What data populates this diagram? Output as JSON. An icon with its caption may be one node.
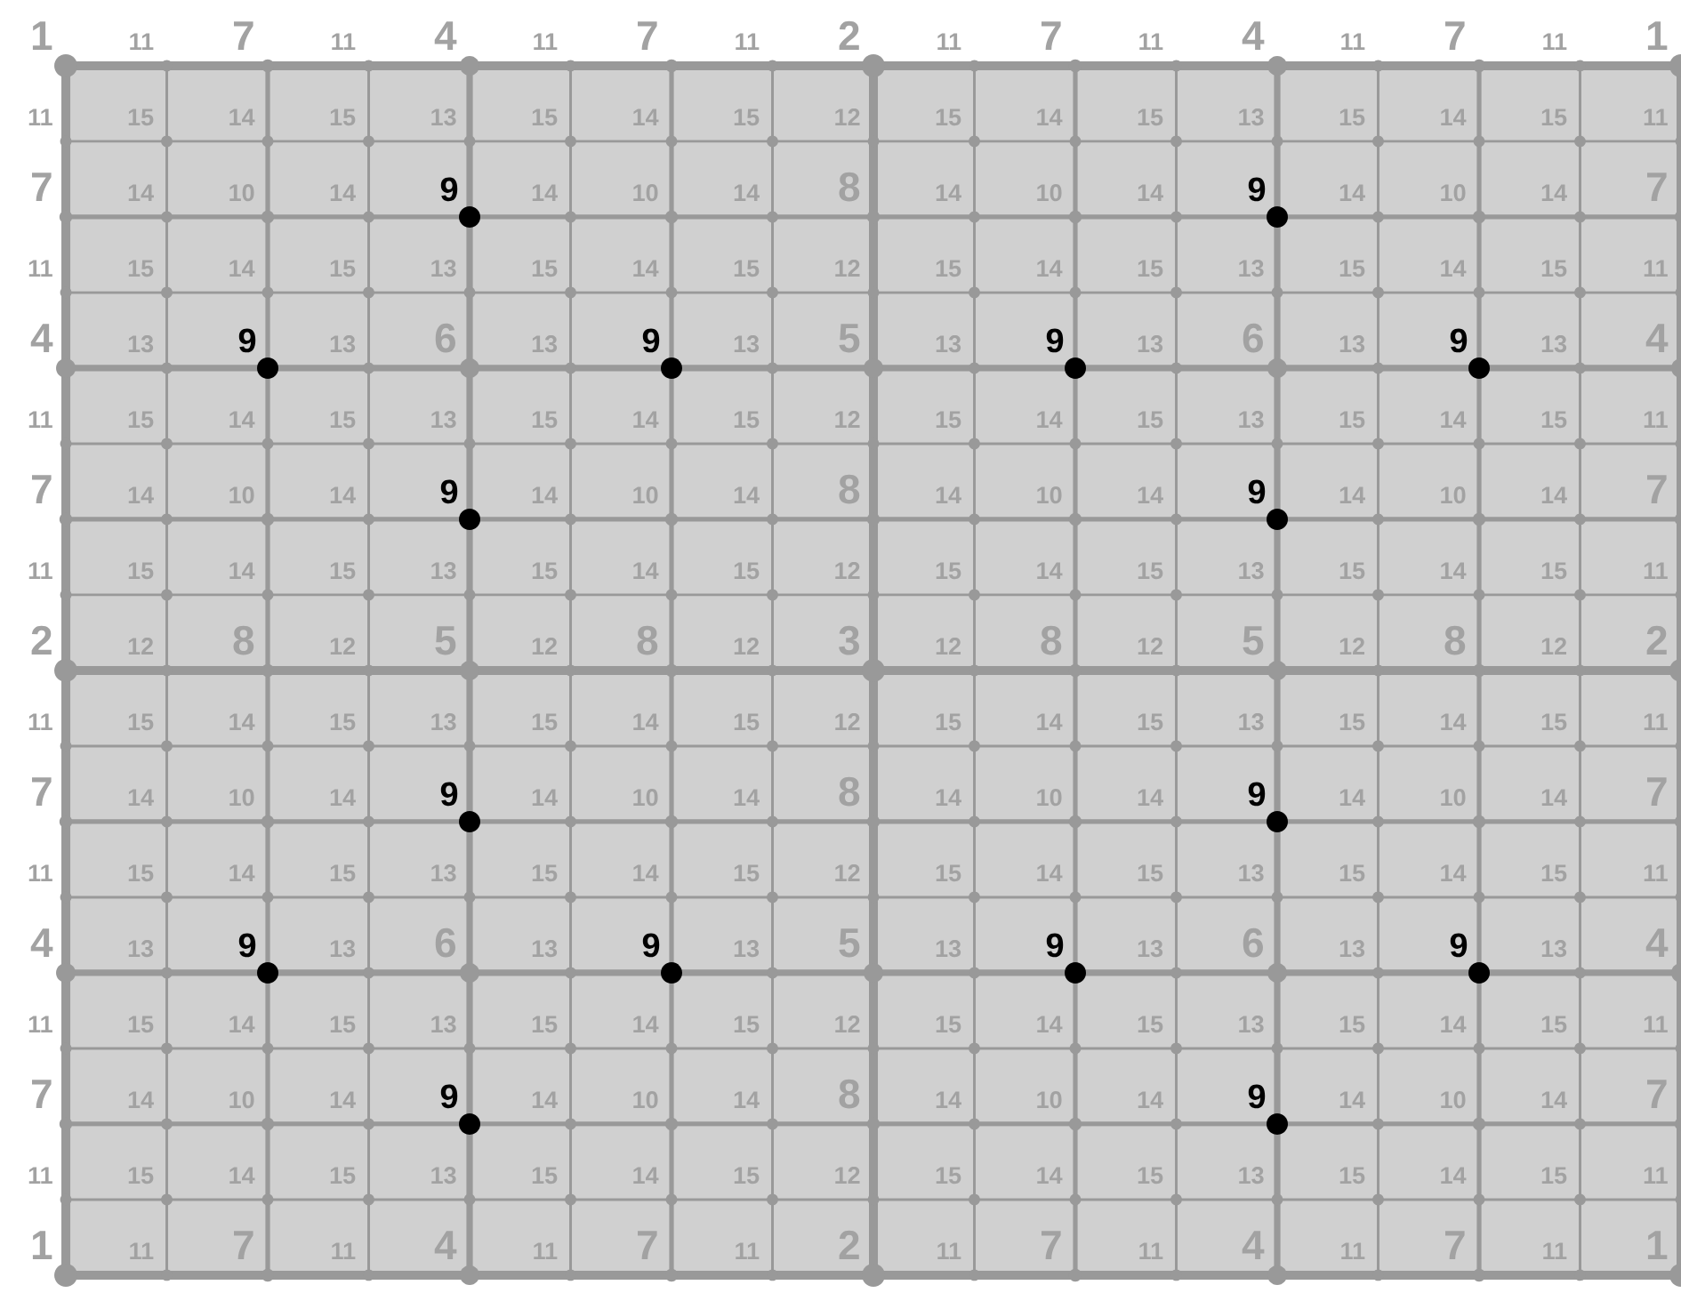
{
  "diagram": {
    "labels": [
      "1",
      "11",
      "7",
      "11",
      "4",
      "11",
      "7",
      "11",
      "2",
      "11",
      "7",
      "11",
      "4",
      "11",
      "7",
      "11",
      "1",
      "11",
      "15",
      "14",
      "15",
      "13",
      "15",
      "14",
      "15",
      "12",
      "15",
      "14",
      "15",
      "13",
      "15",
      "14",
      "15",
      "11",
      "7",
      "14",
      "10",
      "14",
      "9",
      "14",
      "10",
      "14",
      "8",
      "14",
      "10",
      "14",
      "9",
      "14",
      "10",
      "14",
      "7",
      "11",
      "15",
      "14",
      "15",
      "13",
      "15",
      "14",
      "15",
      "12",
      "15",
      "14",
      "15",
      "13",
      "15",
      "14",
      "15",
      "11",
      "4",
      "13",
      "9",
      "13",
      "6",
      "13",
      "9",
      "13",
      "5",
      "13",
      "9",
      "13",
      "6",
      "13",
      "9",
      "13",
      "4",
      "11",
      "15",
      "14",
      "15",
      "13",
      "15",
      "14",
      "15",
      "12",
      "15",
      "14",
      "15",
      "13",
      "15",
      "14",
      "15",
      "11",
      "7",
      "14",
      "10",
      "14",
      "9",
      "14",
      "10",
      "14",
      "8",
      "14",
      "10",
      "14",
      "9",
      "14",
      "10",
      "14",
      "7",
      "11",
      "15",
      "14",
      "15",
      "13",
      "15",
      "14",
      "15",
      "12",
      "15",
      "14",
      "15",
      "13",
      "15",
      "14",
      "15",
      "11",
      "2",
      "12",
      "8",
      "12",
      "5",
      "12",
      "8",
      "12",
      "3",
      "12",
      "8",
      "12",
      "5",
      "12",
      "8",
      "12",
      "2",
      "11",
      "15",
      "14",
      "15",
      "13",
      "15",
      "14",
      "15",
      "12",
      "15",
      "14",
      "15",
      "13",
      "15",
      "14",
      "15",
      "11",
      "7",
      "14",
      "10",
      "14",
      "9",
      "14",
      "10",
      "14",
      "8",
      "14",
      "10",
      "14",
      "9",
      "14",
      "10",
      "14",
      "7",
      "11",
      "15",
      "14",
      "15",
      "13",
      "15",
      "14",
      "15",
      "12",
      "15",
      "14",
      "15",
      "13",
      "15",
      "14",
      "15",
      "11",
      "4",
      "13",
      "9",
      "13",
      "6",
      "13",
      "9",
      "13",
      "5",
      "13",
      "9",
      "13",
      "6",
      "13",
      "9",
      "13",
      "4",
      "11",
      "15",
      "14",
      "15",
      "13",
      "15",
      "14",
      "15",
      "12",
      "15",
      "14",
      "15",
      "13",
      "15",
      "14",
      "15",
      "11",
      "7",
      "14",
      "10",
      "14",
      "9",
      "14",
      "10",
      "14",
      "8",
      "14",
      "10",
      "14",
      "9",
      "14",
      "10",
      "14",
      "7",
      "11",
      "15",
      "14",
      "15",
      "13",
      "15",
      "14",
      "15",
      "12",
      "15",
      "14",
      "15",
      "13",
      "15",
      "14",
      "15",
      "11",
      "1",
      "11",
      "7",
      "11",
      "4",
      "11",
      "7",
      "11",
      "2",
      "11",
      "7",
      "11",
      "4",
      "11",
      "7",
      "11",
      "1"
    ]
  }
}
